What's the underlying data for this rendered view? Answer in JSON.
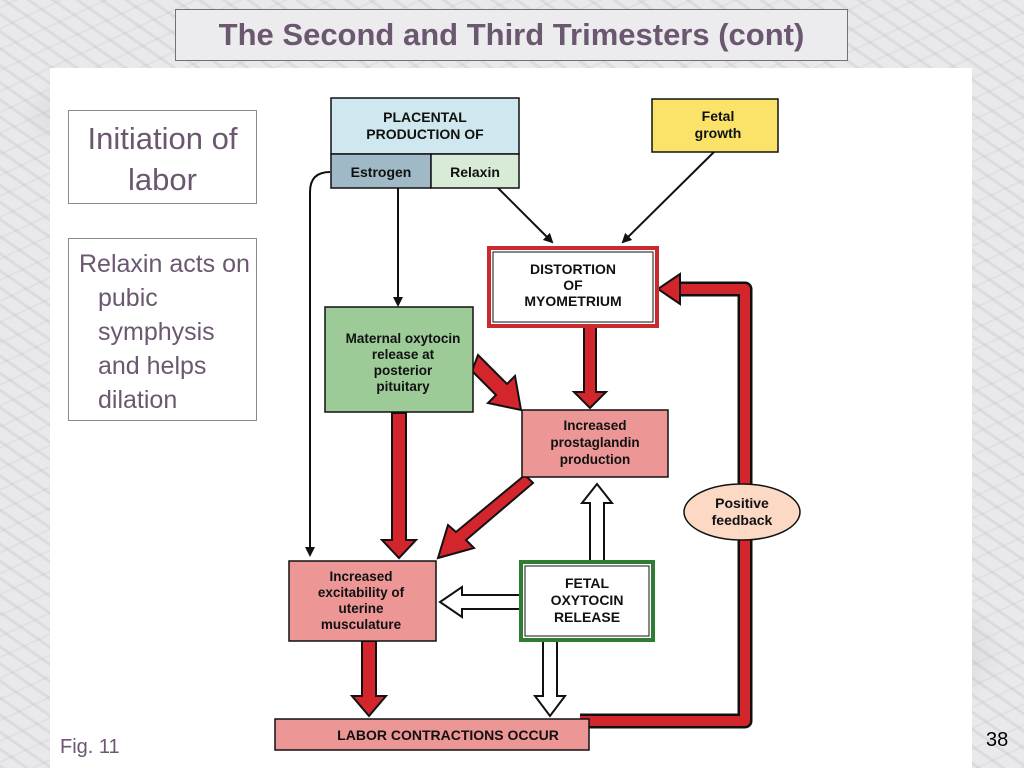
{
  "slide": {
    "title": "The Second and Third Trimesters (cont)",
    "box1_text": "Initiation of labor",
    "box2_text": "Relaxin acts on pubic symphysis and helps dilation",
    "figure_label": "Fig. 11",
    "page_number": "38"
  },
  "diagram": {
    "placental_header_line1": "PLACENTAL",
    "placental_header_line2": "PRODUCTION OF",
    "estrogen": "Estrogen",
    "relaxin": "Relaxin",
    "fetal_growth_line1": "Fetal",
    "fetal_growth_line2": "growth",
    "distortion_line1": "DISTORTION",
    "distortion_line2": "OF",
    "distortion_line3": "MYOMETRIUM",
    "maternal_line1": "Maternal oxytocin",
    "maternal_line2": "release at",
    "maternal_line3": "posterior",
    "maternal_line4": "pituitary",
    "prostaglandin_line1": "Increased",
    "prostaglandin_line2": "prostaglandin",
    "prostaglandin_line3": "production",
    "positive_line1": "Positive",
    "positive_line2": "feedback",
    "excitability_line1": "Increased",
    "excitability_line2": "excitability of",
    "excitability_line3": "uterine",
    "excitability_line4": "musculature",
    "fetal_oxytocin_line1": "FETAL",
    "fetal_oxytocin_line2": "OXYTOCIN",
    "fetal_oxytocin_line3": "RELEASE",
    "labor": "LABOR CONTRACTIONS OCCUR"
  },
  "colors": {
    "title_text": "#6b5870",
    "red_arrow": "#d2262c",
    "placental_blue": "#cfe7ee",
    "estrogen_blue": "#9fb9c6",
    "relaxin_green": "#d8ebd6",
    "fetal_yellow": "#fbe36a",
    "maternal_green": "#9ccb98",
    "pink_box": "#ec9695",
    "feedback_oval": "#fbd9c4"
  }
}
